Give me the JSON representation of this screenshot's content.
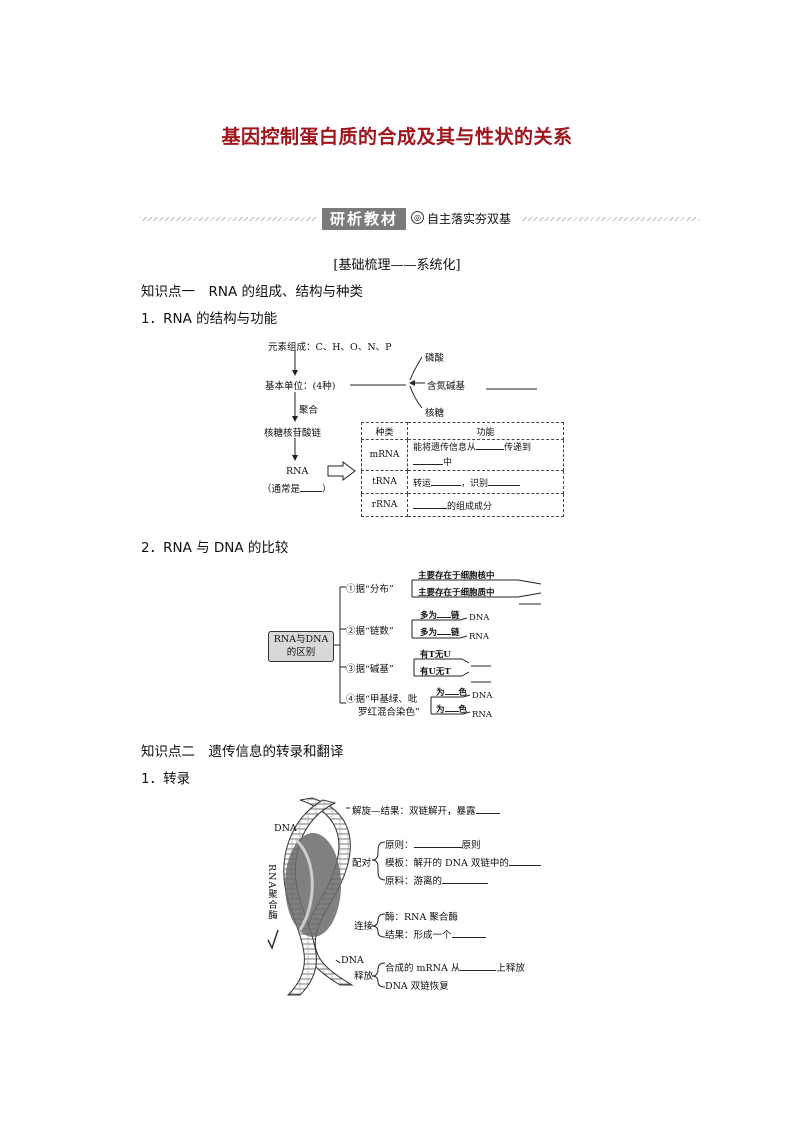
{
  "title": "基因控制蛋白质的合成及其与性状的关系",
  "banner": {
    "box_label": "研析教材",
    "dot": "◎",
    "subtitle": "自主落实夯双基"
  },
  "section_subtitle": "[基础梳理——系统化]",
  "k1": {
    "heading": "知识点一　RNA 的组成、结构与种类",
    "s1_heading": "1．RNA 的结构与功能",
    "element": "元素组成：C、H、O、N、P",
    "phosphate": "磷酸",
    "unit": "基本单位：(4种)",
    "base": "含氮碱基",
    "sugar": "核糖",
    "polymerize": "聚合",
    "chain": "核糖核苷酸链",
    "rna": "RNA",
    "rna_note_pre": "（通常是",
    "rna_note_post": "）",
    "table_headers": [
      "种类",
      "功能"
    ],
    "mrna": "mRNA",
    "mrna_func_a": "能将遗传信息从",
    "mrna_func_b": "传递到",
    "mrna_func_c": "中",
    "trna": "tRNA",
    "trna_func_a": "转运",
    "trna_func_b": "，识别",
    "rrna": "rRNA",
    "rrna_func": "的组成成分",
    "s2_heading": "2．RNA 与 DNA 的比较",
    "box": [
      "RNA与DNA",
      "的区别"
    ],
    "b1": "①据“分布”",
    "b1a": "主要存在于细胞核中",
    "b1b": "主要存在于细胞质中",
    "b2": "②据“链数”",
    "b2a": "多为",
    "b2b": "多为",
    "chain_word": "链",
    "dna": "DNA",
    "rna2": "RNA",
    "b3": "③据“碱基”",
    "b3a": "有T无U",
    "b3b": "有U无T",
    "b4a": "④据“甲基绿、吡",
    "b4b": "罗红混合染色”",
    "b4c": "为",
    "color_word": "色"
  },
  "k2": {
    "heading": "知识点二　遗传信息的转录和翻译",
    "s1_heading": "1．转录",
    "dna_label": "DNA",
    "enzyme_label": "RNA聚合酶",
    "unwind": "解旋—结果：双链解开，暴露",
    "pair": "配对",
    "rule_a": "原则：",
    "rule_b": "原则",
    "template": "模板：解开的 DNA 双链中的",
    "material": "原料：游离的",
    "connect": "连接",
    "enzyme": "酶：RNA 聚合酶",
    "result": "结果：形成一个",
    "dna_label2": "DNA",
    "release": "释放",
    "release_a": "合成的 mRNA 从",
    "release_b": "上释放",
    "recover": "DNA 双链恢复"
  }
}
